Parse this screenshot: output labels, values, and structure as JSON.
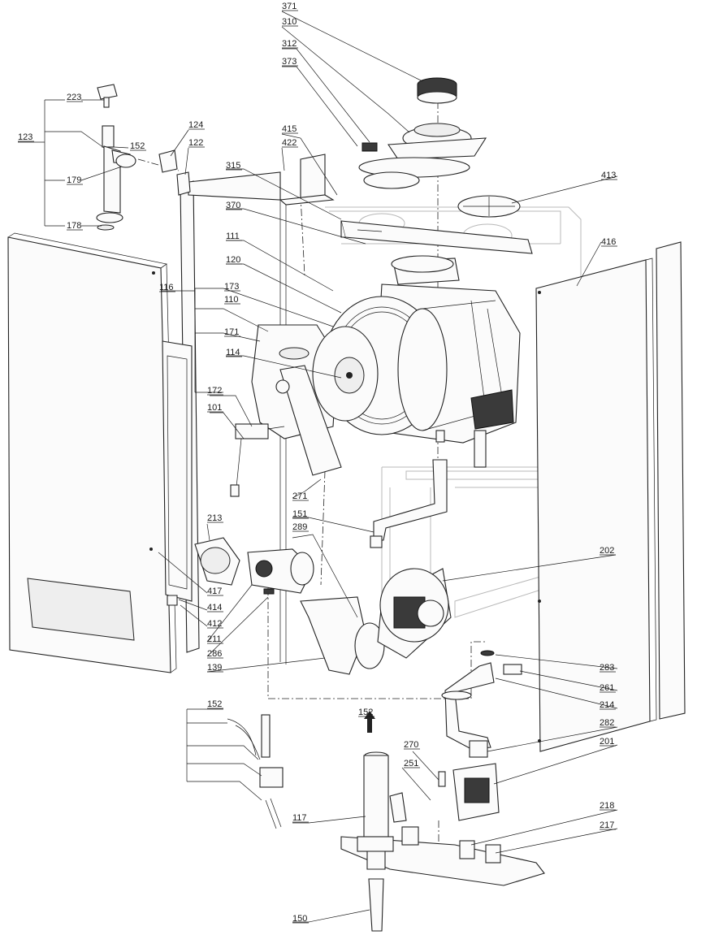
{
  "diagram": {
    "callouts": [
      {
        "id": "c-371",
        "text": "371"
      },
      {
        "id": "c-310",
        "text": "310"
      },
      {
        "id": "c-312",
        "text": "312"
      },
      {
        "id": "c-373",
        "text": "373"
      },
      {
        "id": "c-223",
        "text": "223"
      },
      {
        "id": "c-123",
        "text": "123"
      },
      {
        "id": "c-152a",
        "text": "152"
      },
      {
        "id": "c-179",
        "text": "179"
      },
      {
        "id": "c-178",
        "text": "178"
      },
      {
        "id": "c-124",
        "text": "124"
      },
      {
        "id": "c-122",
        "text": "122"
      },
      {
        "id": "c-415",
        "text": "415"
      },
      {
        "id": "c-422",
        "text": "422"
      },
      {
        "id": "c-315",
        "text": "315"
      },
      {
        "id": "c-413",
        "text": "413"
      },
      {
        "id": "c-370",
        "text": "370"
      },
      {
        "id": "c-416",
        "text": "416"
      },
      {
        "id": "c-111",
        "text": "111"
      },
      {
        "id": "c-120",
        "text": "120"
      },
      {
        "id": "c-116",
        "text": "116"
      },
      {
        "id": "c-173",
        "text": "173"
      },
      {
        "id": "c-110",
        "text": "110"
      },
      {
        "id": "c-171",
        "text": "171"
      },
      {
        "id": "c-114",
        "text": "114"
      },
      {
        "id": "c-172",
        "text": "172"
      },
      {
        "id": "c-101",
        "text": "101"
      },
      {
        "id": "c-271",
        "text": "271"
      },
      {
        "id": "c-151",
        "text": "151"
      },
      {
        "id": "c-213",
        "text": "213"
      },
      {
        "id": "c-289",
        "text": "289"
      },
      {
        "id": "c-202",
        "text": "202"
      },
      {
        "id": "c-417",
        "text": "417"
      },
      {
        "id": "c-414",
        "text": "414"
      },
      {
        "id": "c-412",
        "text": "412"
      },
      {
        "id": "c-211",
        "text": "211"
      },
      {
        "id": "c-286",
        "text": "286"
      },
      {
        "id": "c-139",
        "text": "139"
      },
      {
        "id": "c-283",
        "text": "283"
      },
      {
        "id": "c-261",
        "text": "261"
      },
      {
        "id": "c-214",
        "text": "214"
      },
      {
        "id": "c-282",
        "text": "282"
      },
      {
        "id": "c-201",
        "text": "201"
      },
      {
        "id": "c-152b",
        "text": "152"
      },
      {
        "id": "c-152c",
        "text": "152"
      },
      {
        "id": "c-270",
        "text": "270"
      },
      {
        "id": "c-251",
        "text": "251"
      },
      {
        "id": "c-117",
        "text": "117"
      },
      {
        "id": "c-218",
        "text": "218"
      },
      {
        "id": "c-217",
        "text": "217"
      },
      {
        "id": "c-150",
        "text": "150"
      }
    ]
  }
}
